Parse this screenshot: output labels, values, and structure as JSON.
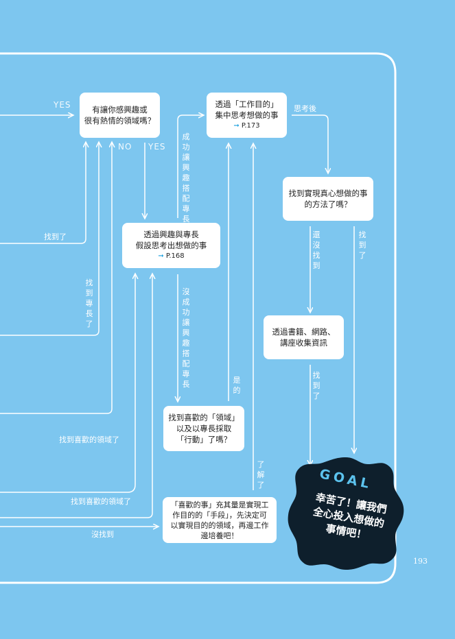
{
  "nodes": {
    "interest": {
      "text": "有讓你感興趣或\n很有熱情的領域嗎？"
    },
    "purpose": {
      "text": "透過「工作目的」\n集中思考想做的事",
      "ref": "P.173"
    },
    "method": {
      "text": "找到實現真心想做的事\n的方法了嗎？"
    },
    "hypothesis": {
      "text": "透過興趣與專長\n假設思考出想做的事",
      "ref": "P.168"
    },
    "research": {
      "text": "透過書籍、網路、\n講座收集資訊"
    },
    "field": {
      "text": "找到喜歡的「領域」\n以及以專長採取\n「行動」了嗎？"
    },
    "means": {
      "text": "「喜歡的事」充其量是實現工\n作目的的「手段」，先決定可\n以實現目的的領域，再邊工作\n邊培養吧！"
    }
  },
  "labels": {
    "yes_left": "YES",
    "no": "NO",
    "yes_mid": "YES",
    "think_after": "思考後",
    "found_1": "找到了",
    "found_skill": "找到專長了",
    "success_match": "成功讓興趣搭配專長",
    "fail_match": "沒成功讓興趣搭配專長",
    "not_found_yet": "還沒找到",
    "found_method": "找到了",
    "found_research": "找到了",
    "yes_field": "是的",
    "understood": "了解了",
    "found_field_1": "找到喜歡的領域了",
    "found_field_2": "找到喜歡的領域了",
    "not_found": "沒找到"
  },
  "goal": {
    "title": "GOAL",
    "text": "幸苦了！讓我們\n全心投入想做的\n事情吧！"
  },
  "page_number": "193",
  "colors": {
    "background": "#7dc6ef",
    "line": "#ffffff",
    "goal": "#0e1f2c",
    "accent": "#1aa0de"
  }
}
